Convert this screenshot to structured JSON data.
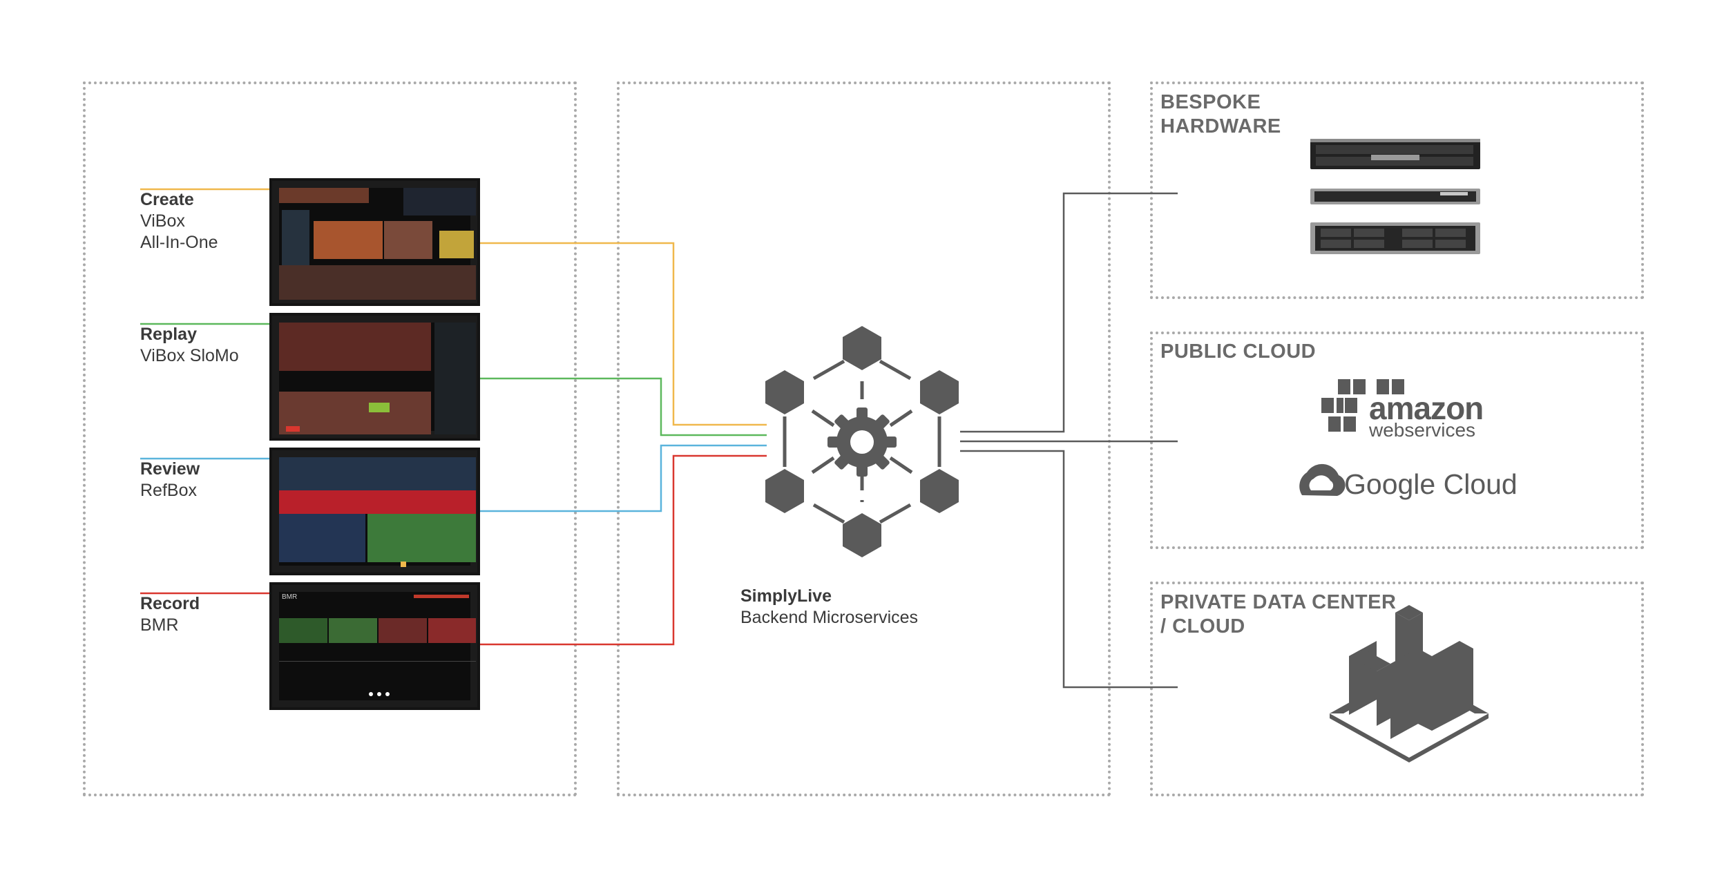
{
  "colors": {
    "create": "#f0b84c",
    "replay": "#5cb85c",
    "review": "#5ab4dc",
    "record": "#d9372f",
    "grey": "#5a5a5a",
    "header": "#6a6a6a"
  },
  "apps": [
    {
      "title": "Create",
      "lines": [
        "ViBox",
        "All-In-One"
      ]
    },
    {
      "title": "Replay",
      "lines": [
        "ViBox SloMo"
      ]
    },
    {
      "title": "Review",
      "lines": [
        "RefBox"
      ]
    },
    {
      "title": "Record",
      "lines": [
        "BMR"
      ]
    }
  ],
  "record_screen_label": "BMR",
  "backend": {
    "title": "SimplyLive",
    "subtitle": "Backend Microservices"
  },
  "deployments": {
    "bespoke": {
      "line1": "BESPOKE",
      "line2": "HARDWARE"
    },
    "public": {
      "title": "PUBLIC CLOUD",
      "aws_line1": "amazon",
      "aws_line2": "webservices",
      "google": "Google Cloud"
    },
    "private": {
      "line1": "PRIVATE DATA CENTER",
      "line2": "/ CLOUD"
    }
  }
}
